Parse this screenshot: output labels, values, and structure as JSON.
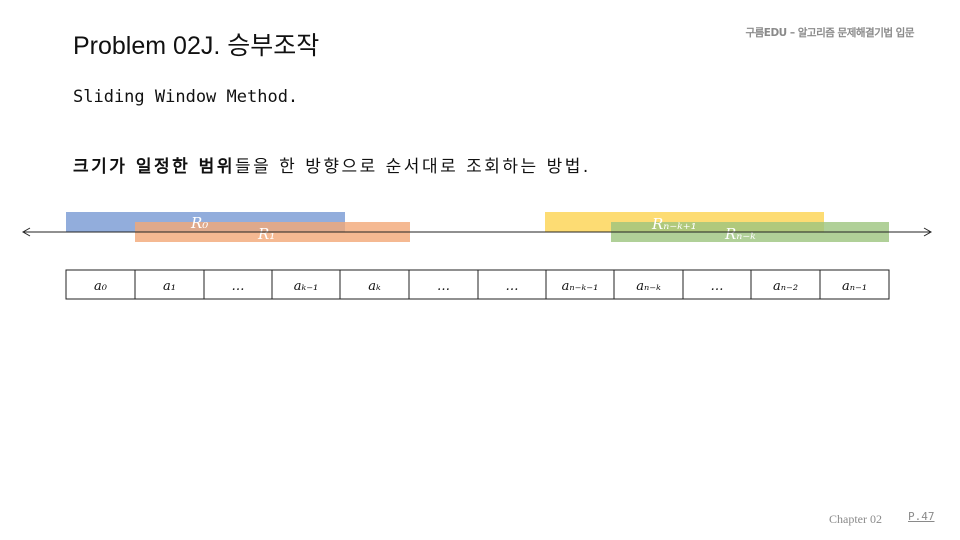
{
  "slide": {
    "title": "Problem 02J. 승부조작",
    "brand": "구름EDU – 알고리즘 문제해결기법 입문",
    "subtitle": "Sliding Window Method.",
    "desc_bold_1": "크기가 일정한 범위",
    "desc_rest": "들을 한 방향으로 순서대로 조회하는 방법.",
    "footer_chapter": "Chapter 02",
    "footer_page": "P.47"
  },
  "diagram": {
    "ranges": [
      {
        "label": "R₀",
        "color": "#7f9fd6"
      },
      {
        "label": "R₁",
        "color": "#f2a777"
      },
      {
        "label": "Rₙ₋ₖ₊₁",
        "color": "#fdd65a"
      },
      {
        "label": "Rₙ₋ₖ",
        "color": "#9cc47e"
      }
    ],
    "cells": [
      "a₀",
      "a₁",
      "…",
      "aₖ₋₁",
      "aₖ",
      "…",
      "…",
      "aₙ₋ₖ₋₁",
      "aₙ₋ₖ",
      "…",
      "aₙ₋₂",
      "aₙ₋₁"
    ]
  }
}
